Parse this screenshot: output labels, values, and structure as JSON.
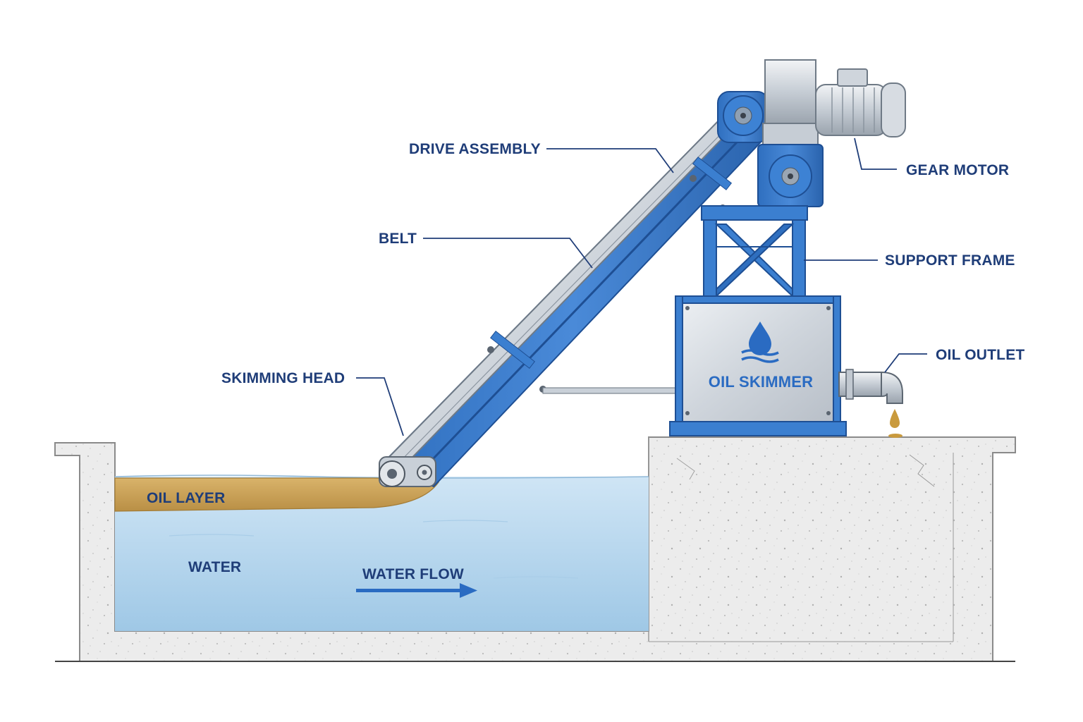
{
  "labels": {
    "drive_assembly": "DRIVE ASSEMBLY",
    "gear_motor": "GEAR MOTOR",
    "belt": "BELT",
    "support_frame": "SUPPORT FRAME",
    "oil_outlet": "OIL OUTLET",
    "skimming_head": "SKIMMING HEAD",
    "oil_skimmer": "OIL SKIMMER",
    "oil_layer": "OIL LAYER",
    "water": "WATER",
    "water_flow": "WATER FLOW"
  },
  "colors": {
    "label_text": "#1f3d78",
    "brand_blue": "#2a6bc2",
    "machine_blue": "#3b7fd0",
    "water": "#b9d8ee",
    "oil": "#c9a25a",
    "concrete": "#ececec"
  },
  "icons": {
    "brand_logo": "water-drop-with-waves-icon",
    "flow_arrow": "arrow-right-icon"
  }
}
